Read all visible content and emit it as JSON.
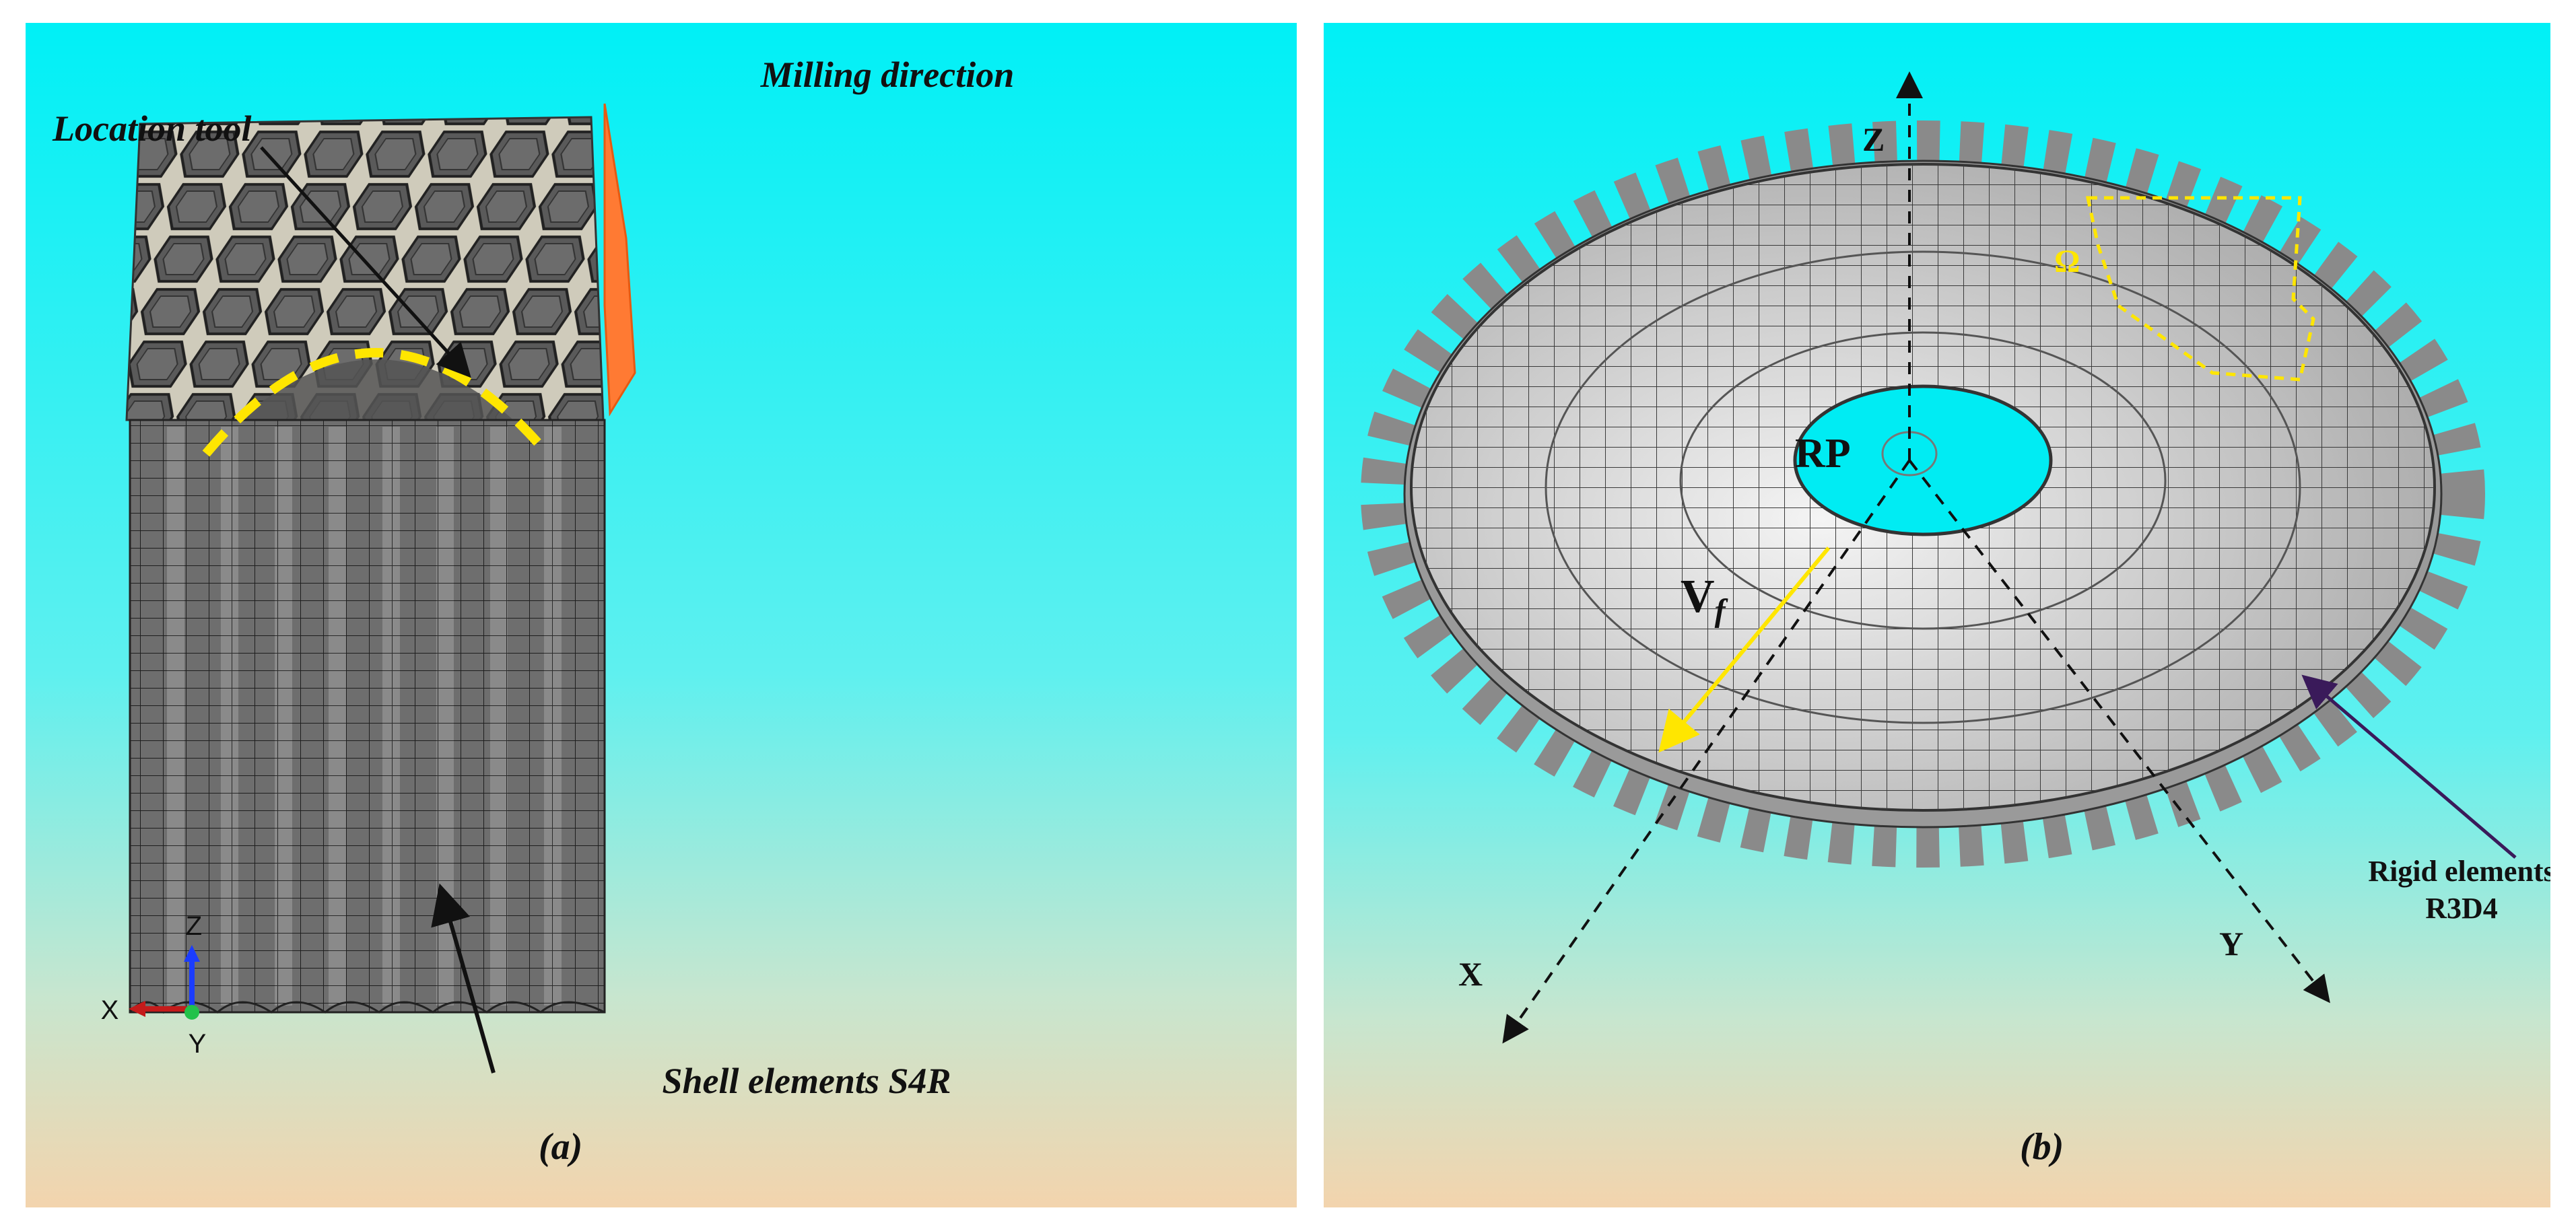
{
  "panel_a": {
    "labels": {
      "milling_direction": "Milling direction",
      "location_tool": "Location tool",
      "shell_elements": "Shell elements S4R"
    },
    "triad": {
      "z": "Z",
      "x": "X",
      "y": "Y"
    },
    "caption": "(a)"
  },
  "panel_b": {
    "labels": {
      "axis_z": "Z",
      "axis_x": "X",
      "axis_y": "Y",
      "rp": "RP",
      "omega": "Ω",
      "vf": "V",
      "vf_sub": "f",
      "rigid_line1": "Rigid elements",
      "rigid_line2": "R3D4"
    },
    "caption": "(b)"
  },
  "colors": {
    "bg_top": "#00f0f6",
    "bg_mid": "#9fe8e4",
    "bg_bottom": "#f2d6b0",
    "mesh_wall": "#6a6a6a",
    "mesh_top": "#d6d2c3",
    "dash_yellow": "#ffe600",
    "arrow_orange": "#ff7a33"
  }
}
